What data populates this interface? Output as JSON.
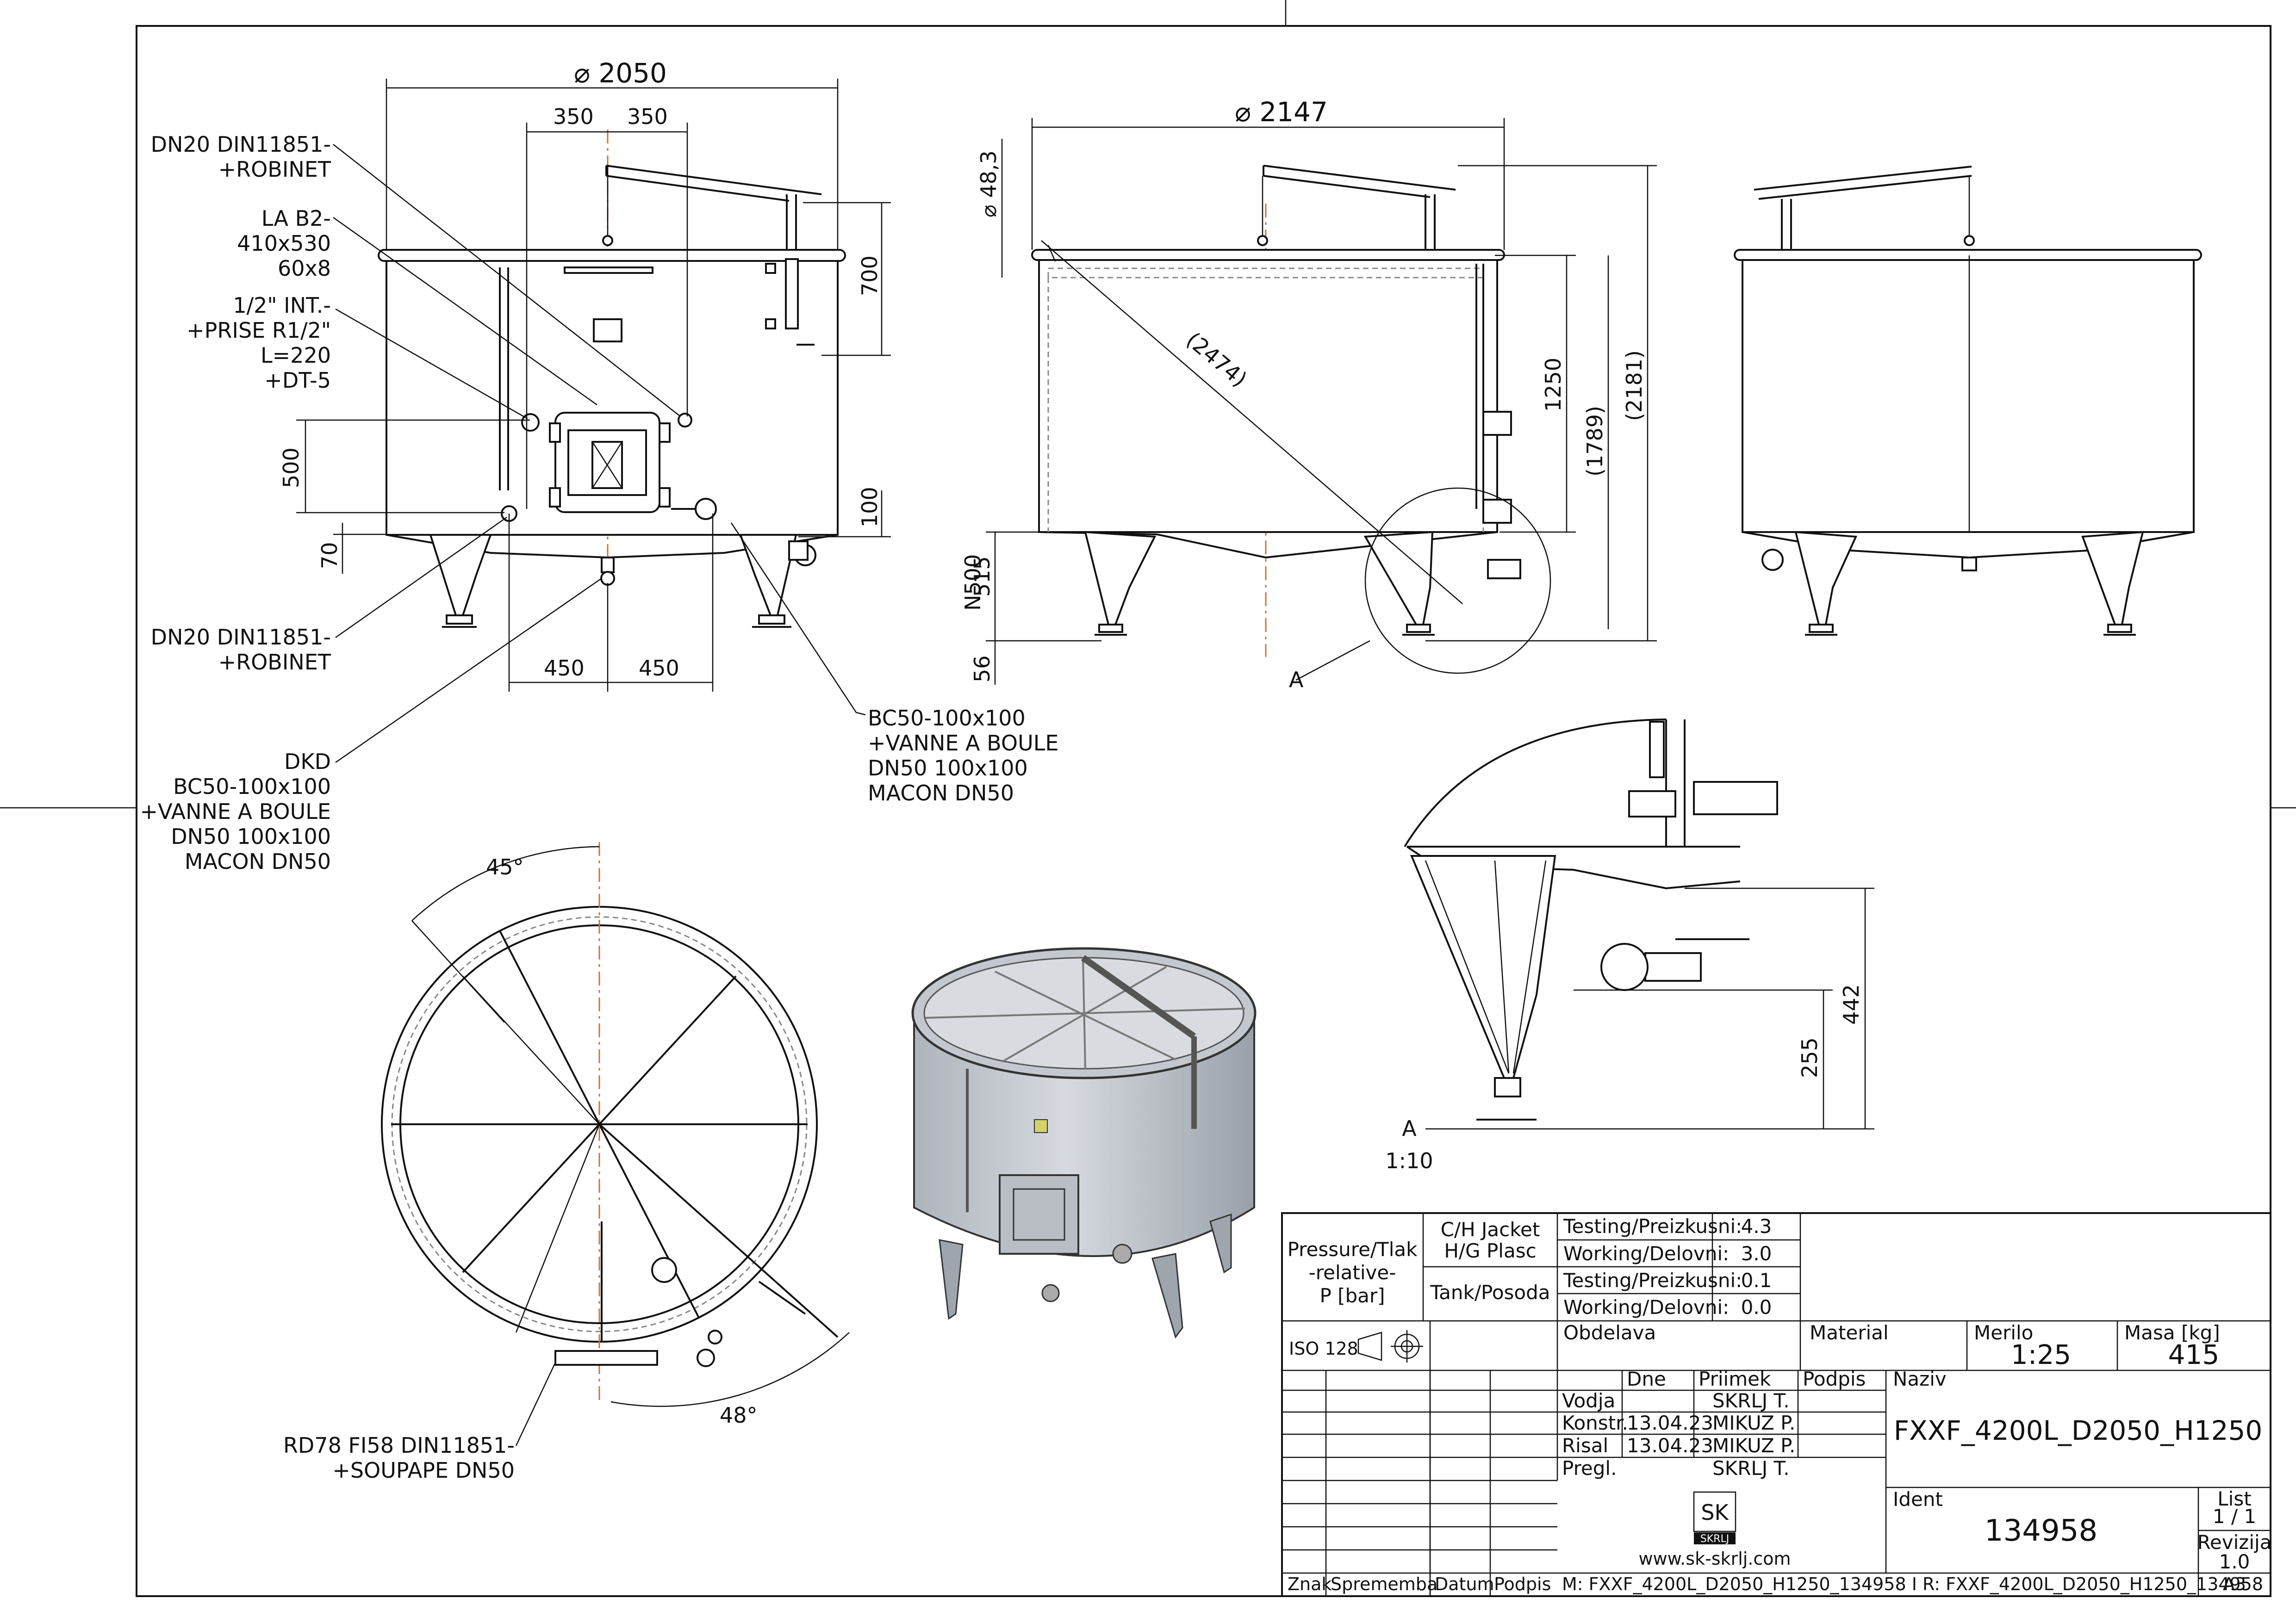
{
  "dimensions": {
    "front_dia": "⌀ 2050",
    "front_350_left": "350",
    "front_350_right": "350",
    "front_700": "700",
    "front_100": "100",
    "front_500": "500",
    "front_70": "70",
    "front_450_left": "450",
    "front_450_right": "450",
    "side_dia": "⌀ 2147",
    "side_pipe": "⌀ 48,3",
    "side_2474": "(2474)",
    "side_1250": "1250",
    "side_1789": "(1789)",
    "side_2181": "(2181)",
    "side_515": "515",
    "side_n500": "N500",
    "side_56": "56",
    "detail_442": "442",
    "detail_255": "255",
    "top_45": "45°",
    "top_48": "48°"
  },
  "callouts": {
    "dn20_top": [
      "DN20 DIN11851-",
      "+ROBINET"
    ],
    "la_b2": [
      "LA B2-",
      "410x530",
      "60x8"
    ],
    "prise": [
      "1/2\" INT.-",
      "+PRISE R1/2\"",
      "L=220",
      "+DT-5"
    ],
    "dn20_bottom": [
      "DN20 DIN11851-",
      "+ROBINET"
    ],
    "dkd": [
      "DKD",
      "BC50-100x100",
      "+VANNE A BOULE",
      "DN50 100x100",
      "MACON DN50"
    ],
    "bc50": [
      "BC50-100x100",
      "+VANNE A BOULE",
      "DN50 100x100",
      "MACON DN50"
    ],
    "rd78": [
      "RD78 FI58 DIN11851-",
      "+SOUPAPE DN50"
    ],
    "section_a": "A",
    "detail_label": "A",
    "detail_scale": "1:10"
  },
  "title_block": {
    "pressure_label": [
      "Pressure/Tlak",
      "-relative-",
      "P [bar]"
    ],
    "jacket_label": [
      "C/H Jacket",
      "H/G Plasc"
    ],
    "tank_label": "Tank/Posoda",
    "testing_1": "Testing/Preizkusni:",
    "testing_1_val": "4.3",
    "working_1": "Working/Delovni:",
    "working_1_val": "3.0",
    "testing_2": "Testing/Preizkusni:",
    "testing_2_val": "0.1",
    "working_2": "Working/Delovni:",
    "working_2_val": "0.0",
    "iso": "ISO 128",
    "obdelava": "Obdelava",
    "material": "Material",
    "merilo": "Merilo",
    "merilo_val": "1:25",
    "masa": "Masa [kg]",
    "masa_val": "415",
    "dne": "Dne",
    "priimek": "Priimek",
    "podpis_hdr": "Podpis",
    "naziv": "Naziv",
    "rows": [
      {
        "role": "Vodja",
        "date": "",
        "name": "SKRLJ T."
      },
      {
        "role": "Konstr.",
        "date": "13.04.23",
        "name": "MIKUZ P."
      },
      {
        "role": "Risal",
        "date": "13.04.23",
        "name": "MIKUZ P."
      },
      {
        "role": "Pregl.",
        "date": "",
        "name": "SKRLJ T."
      }
    ],
    "title": "FXXF_4200L_D2050_H1250",
    "ident": "Ident",
    "ident_val": "134958",
    "list": "List",
    "list_val": "1 / 1",
    "revizija": "Revizija",
    "revizija_val": "1.0",
    "logo_sk": "SK",
    "logo_name": "SKRLJ",
    "website": "www.sk-skrlj.com",
    "footer_znak": "Znak",
    "footer_sprememba": "Sprememba",
    "footer_datum": "Datum",
    "footer_podpis": "Podpis",
    "footer_file": "M: FXXF_4200L_D2050_H1250_134958 I R: FXXF_4200L_D2050_H1250_134958",
    "footer_format": "A3"
  }
}
